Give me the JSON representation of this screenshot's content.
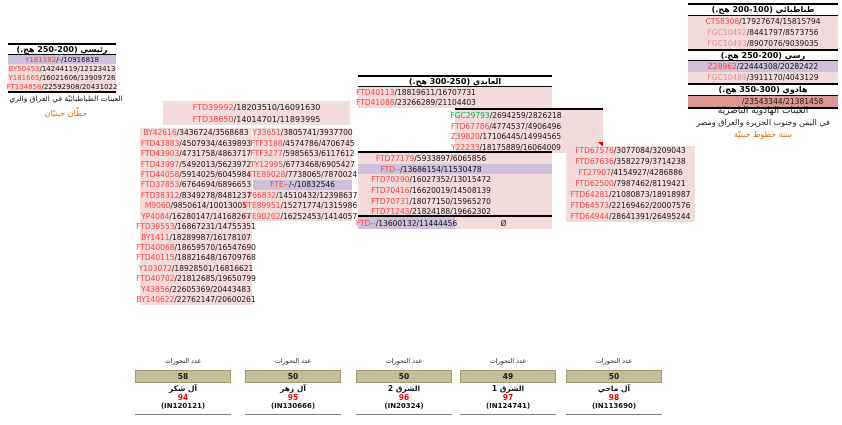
{
  "colors": {
    "row_pink": "#f2dcdb",
    "row_purple": "#ccc0da",
    "row_darkred": "#da9694",
    "id_red": "#ff4141",
    "id_muted": "#e2938f",
    "id_green": "#00b050",
    "accent_orange": "#e26b0a",
    "box_tan": "#c4bd97",
    "marker_red": "#ff0000"
  },
  "left_table": {
    "header": "رئيسي (200-250 هج.)",
    "rows": [
      {
        "text": "Y181182/-/10916818",
        "bg": "purple"
      },
      {
        "text": "BY50453/14244119/12123413"
      },
      {
        "text": "Y181665/16021606/13909726"
      },
      {
        "text": "FT134858/22592908/20431022"
      }
    ],
    "caption": "العينات الطباطبائيّة في العراق والري",
    "subcaption": "خطّان جينيّان"
  },
  "right_table": {
    "sections": [
      {
        "header": "طباطبائي (100-200 هج.)",
        "rows": [
          {
            "text": "CTS8308/17927674/15815794"
          },
          {
            "text": "FGC10492/8441797/8573756",
            "c": "muted"
          },
          {
            "text": "FGC10493/8907076/9039035",
            "c": "muted"
          }
        ]
      },
      {
        "header": "رسي (200-250 هج.)",
        "rows": [
          {
            "text": "Z28962/22444308/20282422",
            "bg": "purple"
          },
          {
            "text": "FGC10489/3911170/4043129",
            "c": "muted"
          }
        ]
      },
      {
        "header": "هادوي (300-350 هج.)",
        "rows": [
          {
            "text": "FGC10502/23543344/21381458",
            "bg": "darkred",
            "c": "muted"
          }
        ]
      }
    ],
    "caption1": "العيّنات الهادويّة الناصريّة",
    "caption2": "في اليمن وجنوب الجزيرة والعراق ومصر",
    "subcaption": "ستة خطوط جينيّة"
  },
  "group_a": {
    "rows": [
      {
        "text": "FTD39992/18203510/16091630"
      },
      {
        "text": "FTD38650/14014701/11893995"
      }
    ]
  },
  "col2": {
    "rows": [
      {
        "text": "BY42616/3436724/3568683"
      },
      {
        "text": "FTD43883/4507934/4639893"
      },
      {
        "text": "FTD43903/4731758/4863717"
      },
      {
        "text": "FTD43997/5492013/5623972"
      },
      {
        "text": "FTD44058/5914025/6045984"
      },
      {
        "text": "FTD37853/6764694/6896653"
      },
      {
        "text": "FTD38312/8349278/8481237"
      },
      {
        "text": "M9060/9850614/10013005"
      },
      {
        "text": "YP4084/16280147/14168267"
      },
      {
        "text": "FTD39553/16867231/14755351"
      },
      {
        "text": "BY1411/18289987/16178107"
      },
      {
        "text": "FTD40068/18659570/16547690"
      },
      {
        "text": "FTD40115/18821648/16709768"
      },
      {
        "text": "Y103072/18928501/16816621"
      },
      {
        "text": "FTD40702/21812685/19650799"
      },
      {
        "text": "Y43856/22605369/20443483"
      },
      {
        "text": "BY140622/22762147/20600261"
      }
    ]
  },
  "col3": {
    "rows": [
      {
        "text": "Y33651/3805741/3937700"
      },
      {
        "text": "FTF3188/4574786/4706745"
      },
      {
        "text": "FTF3277/5985653/6117612"
      },
      {
        "text": "TY12995/6773468/6905427"
      },
      {
        "text": "FTE89028/7738065/7870024"
      },
      {
        "text": "FTE--/-/10832546",
        "bg": "purple"
      },
      {
        "text": "Y66832/14510432/12398637"
      },
      {
        "text": "FTE89951/15271774/13159863"
      },
      {
        "text": "FTE90202/16252453/14140573"
      }
    ]
  },
  "middle": {
    "header": "العابدي (250-300 هج.)",
    "top_rows": [
      {
        "text": "FTD40113/18819611/16707731"
      },
      {
        "text": "FTD41088/23266289/21104403"
      }
    ],
    "fgc_rows": [
      {
        "text": "FGC29793/2694259/2826218",
        "c": "green"
      },
      {
        "text": "FTD67786/4774537/4906496"
      },
      {
        "text": "Z39820/17106445/14994565"
      },
      {
        "text": "Y22233/18175889/16064009",
        "marker": true
      }
    ],
    "rows": [
      {
        "text": "FTD77179/5933897/6065856"
      },
      {
        "text": "FTD--/13686154/11530478",
        "bg": "purple"
      },
      {
        "text": "FTD70290/16027352/13015472"
      },
      {
        "text": "FTD70416/16620019/14508139"
      },
      {
        "text": "FTD70731/18077150/15965270"
      },
      {
        "text": "FTD71243/21824188/19662302"
      }
    ],
    "bottom_left": {
      "text": "FTD--/13600132/11444456",
      "bg": "purple"
    },
    "bottom_right": "Ø"
  },
  "col5": {
    "rows": [
      {
        "text": "FTD67576/3077084/3209043"
      },
      {
        "text": "FTD67636/3582279/3714238"
      },
      {
        "text": "FT27907/4154927/4286886"
      },
      {
        "text": "FTD62500/7987462/8119421"
      },
      {
        "text": "FTD64281/21080873/18918987"
      },
      {
        "text": "FTD64573/22169462/20007576"
      },
      {
        "text": "FTD64944/28641391/26495244"
      }
    ]
  },
  "bottom": {
    "label": "عدد التحورات",
    "groups": [
      {
        "count": "58",
        "name": "آل شكر",
        "num": "94",
        "id": "(IN120121)"
      },
      {
        "count": "50",
        "name": "آل زهر",
        "num": "95",
        "id": "(IN130666)"
      },
      {
        "count": "50",
        "name": "الشرق 2",
        "num": "96",
        "id": "(IN20324)"
      },
      {
        "count": "49",
        "name": "الشرق 1",
        "num": "97",
        "id": "(IN124741)"
      },
      {
        "count": "50",
        "name": "آل ماحي",
        "num": "98",
        "id": "(IN113690)"
      }
    ]
  }
}
